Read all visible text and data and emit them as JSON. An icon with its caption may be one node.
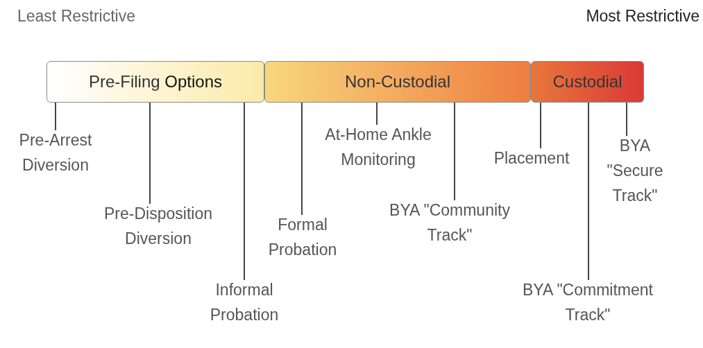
{
  "diagram": {
    "nodes": [
      {
        "text": [
          "Pre-Filing **Options**"
        ]
      },
      {
        "text": [
          "Non-Custodial"
        ]
      },
      {
        "text": [
          "Custodial"
        ]
      },
      {
        "text": [
          "Pre-Arrest Diversion"
        ]
      },
      {
        "text": [
          "Pre-Disposition Diversion"
        ]
      },
      {
        "text": [
          "Informal Probation"
        ]
      },
      {
        "text": [
          "Formal Probation"
        ]
      },
      {
        "text": [
          "At-Home Ankle Monitoring"
        ]
      },
      {
        "text": [
          "BYA \"Community Track\""
        ]
      },
      {
        "text": [
          "Placement"
        ]
      },
      {
        "text": [
          "BYA \"Secure Track\""
        ]
      },
      {
        "text": [
          "BYA \"Commitment Track\""
        ]
      }
    ],
    "edges": [
      {
        "from": 3,
        "to": 0,
        "arrow": "none"
      },
      {
        "from": 4,
        "to": 0,
        "arrow": "none"
      },
      {
        "from": 5,
        "to": 0,
        "arrow": "none"
      },
      {
        "from": 6,
        "to": 1,
        "arrow": "none"
      },
      {
        "from": 7,
        "to": 1,
        "arrow": "none"
      },
      {
        "from": 8,
        "to": 1,
        "arrow": "none"
      },
      {
        "from": 9,
        "to": 2,
        "arrow": "none"
      },
      {
        "from": 10,
        "to": 2,
        "arrow": "none"
      },
      {
        "from": 11,
        "to": 2,
        "arrow": "none"
      }
    ],
    "labels": [
      "Least Restrictive",
      "Most Restrictive"
    ]
  }
}
